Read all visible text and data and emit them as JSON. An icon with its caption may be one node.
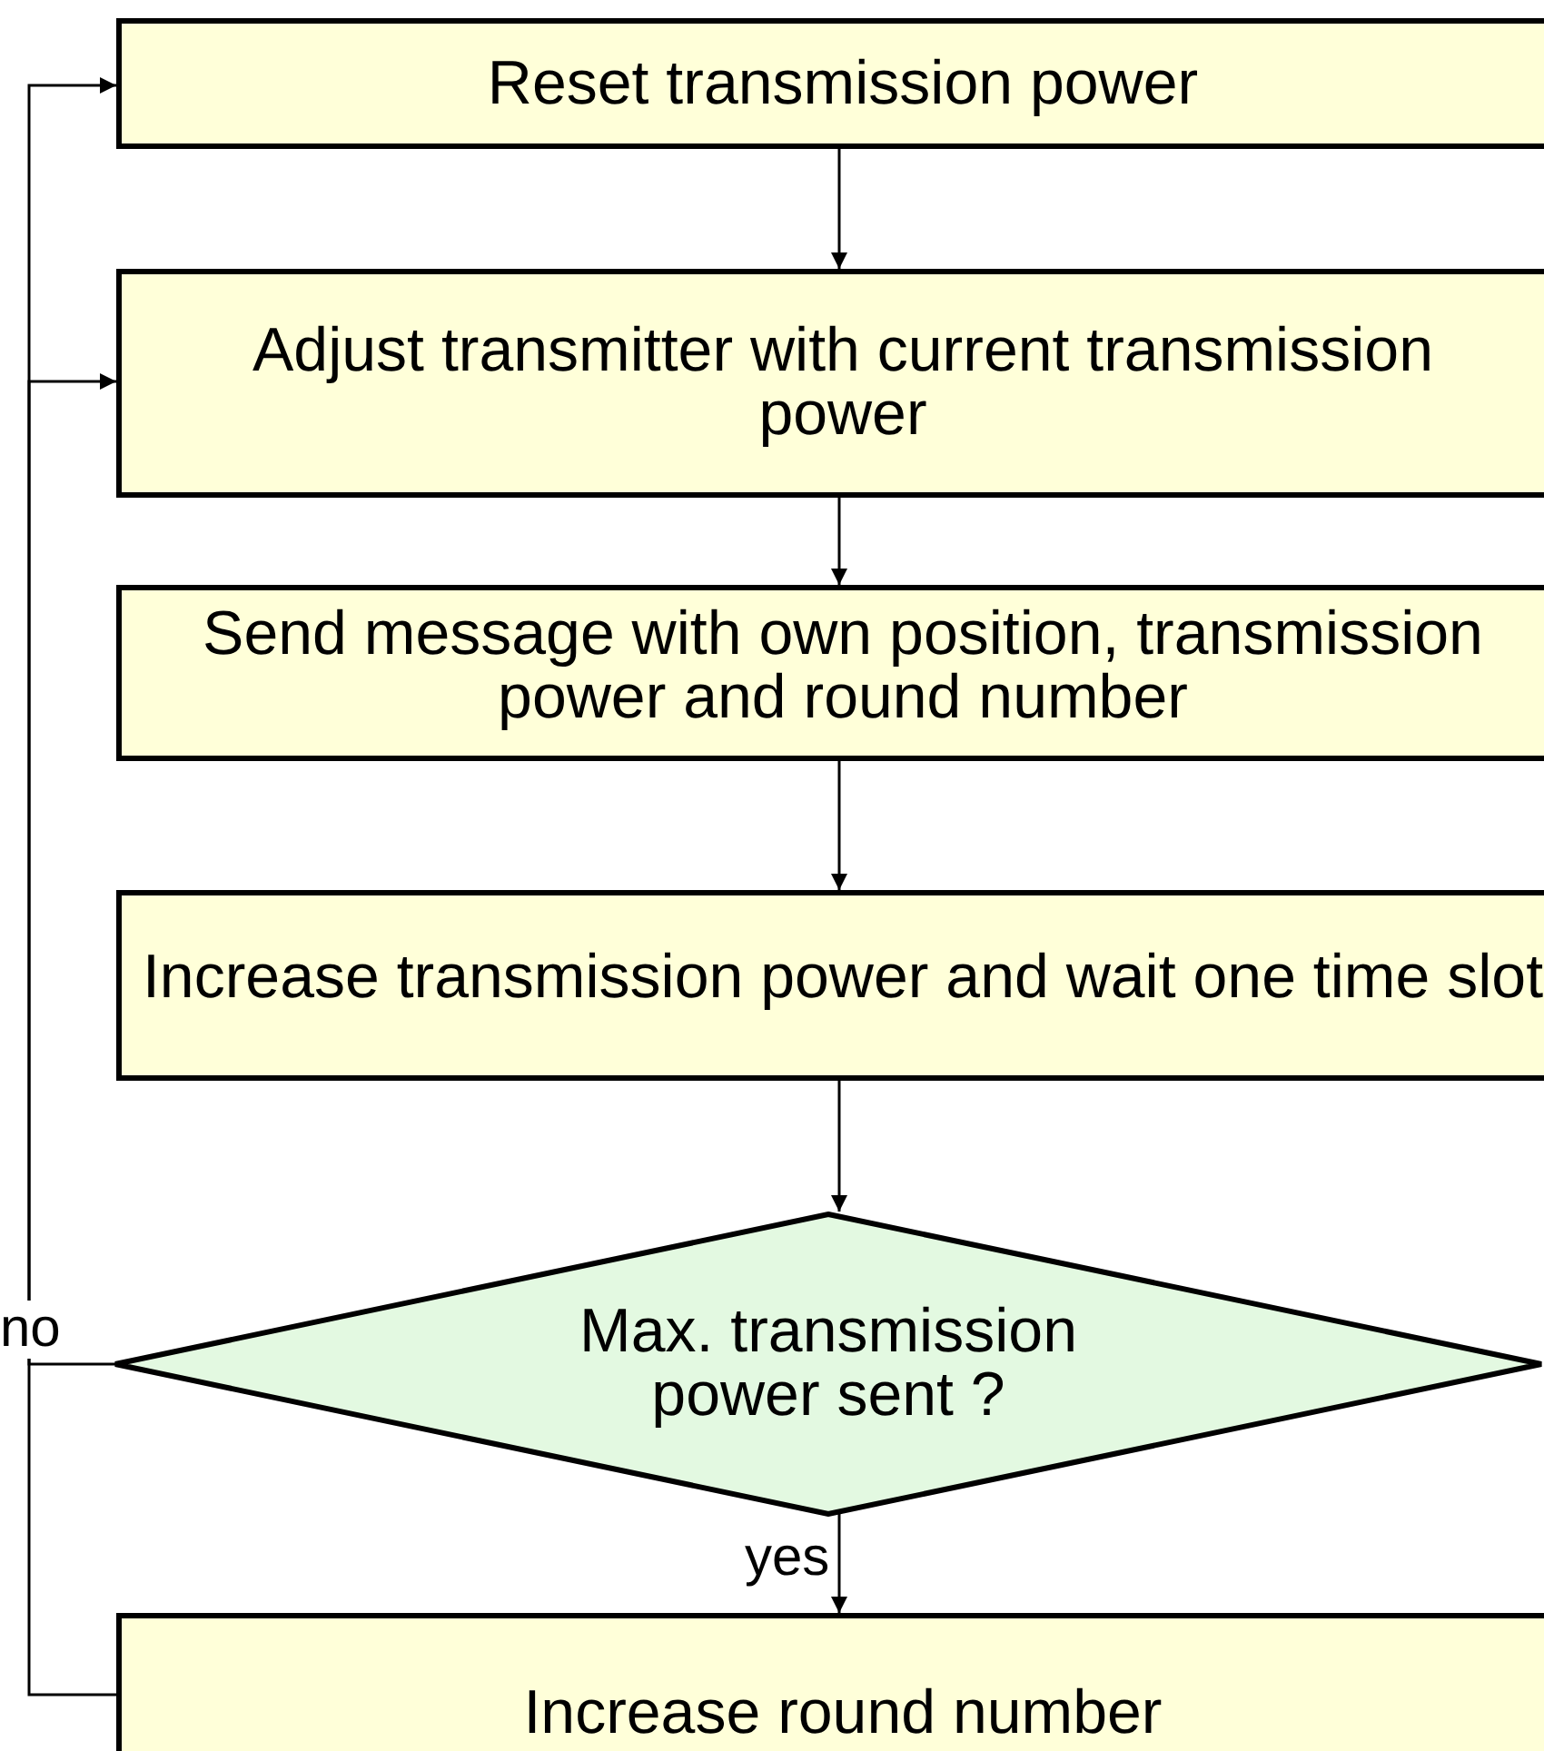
{
  "diagram": {
    "nodes": [
      {
        "text": [
          "Reset transmission power"
        ]
      },
      {
        "text": [
          "Adjust transmitter with current transmission power"
        ]
      },
      {
        "text": [
          "Send message with own position, transmission power and round number"
        ]
      },
      {
        "text": [
          "Increase transmission power and wait one time slot"
        ]
      },
      {
        "text": [
          "Max. transmission power sent ?"
        ]
      },
      {
        "text": [
          "Increase round number"
        ]
      }
    ],
    "edges": [
      {
        "from": 0,
        "to": 1,
        "arrow": "to"
      },
      {
        "from": 1,
        "to": 2,
        "arrow": "to"
      },
      {
        "from": 2,
        "to": 3,
        "arrow": "to"
      },
      {
        "from": 3,
        "to": 4,
        "arrow": "to"
      },
      {
        "from": 4,
        "to": 5,
        "arrow": "to",
        "label": "yes"
      },
      {
        "from": 4,
        "to": 1,
        "arrow": "to",
        "label": "no"
      },
      {
        "from": 5,
        "to": 0,
        "arrow": "to"
      }
    ]
  }
}
